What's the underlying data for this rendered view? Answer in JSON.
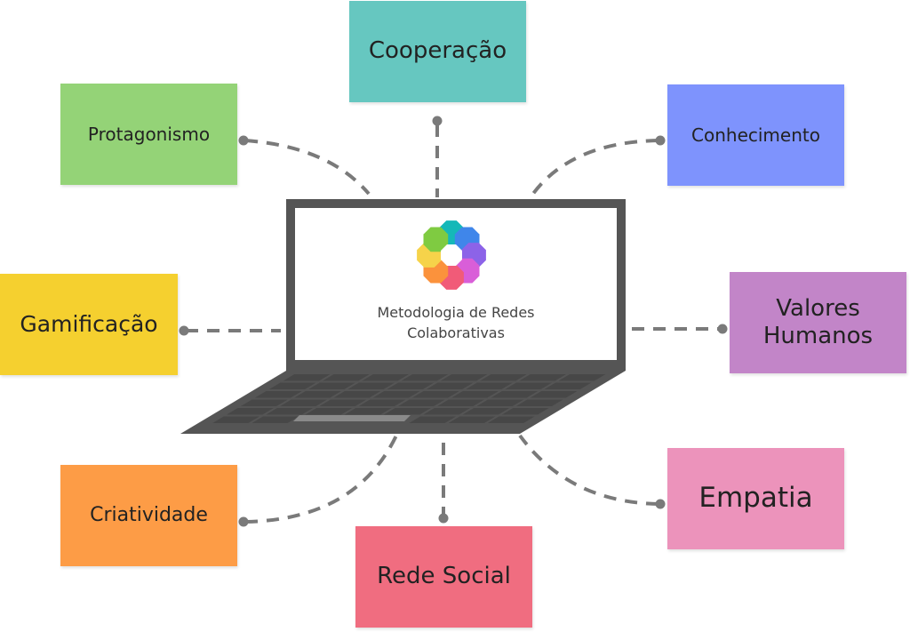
{
  "diagram": {
    "center": {
      "title_line1": "Metodologia de Redes",
      "title_line2": "Colaborativas",
      "logo": "flower-logo-icon",
      "logo_petal_colors": [
        "#15b8b8",
        "#3f86ea",
        "#8c63e8",
        "#d95ed8",
        "#f15b78",
        "#fb923c",
        "#f6d34a",
        "#7fcb41"
      ]
    },
    "laptop_colors": {
      "frame": "#555555",
      "keys": "#474747",
      "trackpad": "#8a8a8a",
      "screen": "#ffffff"
    },
    "connector_color": "#7a7a7a",
    "nodes": [
      {
        "id": "cooperacao",
        "label": "Cooperação",
        "color": "#66c7c0"
      },
      {
        "id": "protagonismo",
        "label": "Protagonismo",
        "color": "#94d377"
      },
      {
        "id": "conhecimento",
        "label": "Conhecimento",
        "color": "#7e93fd"
      },
      {
        "id": "gamificacao",
        "label": "Gamificação",
        "color": "#f5d02f"
      },
      {
        "id": "valores",
        "label": "Valores Humanos",
        "color": "#c285c8"
      },
      {
        "id": "criatividade",
        "label": "Criatividade",
        "color": "#fd9c46"
      },
      {
        "id": "rede",
        "label": "Rede Social",
        "color": "#f06d80"
      },
      {
        "id": "empatia",
        "label": "Empatia",
        "color": "#ec93bb"
      }
    ]
  }
}
